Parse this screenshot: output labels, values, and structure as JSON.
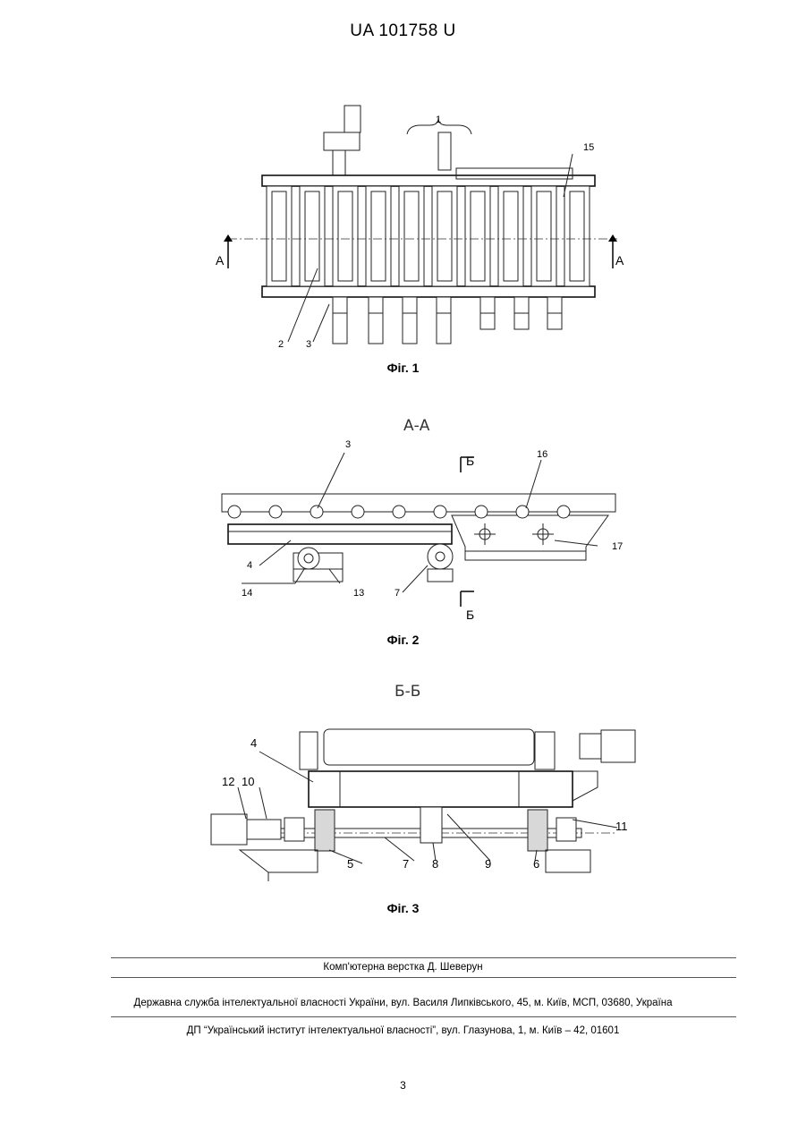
{
  "header": {
    "doc_number": "UA   101758   U"
  },
  "figures": [
    {
      "caption": "Фіг. 1",
      "section_marks": [
        "A",
        "A"
      ],
      "labels": [
        "1",
        "15",
        "2",
        "3"
      ]
    },
    {
      "caption": "Фіг. 2",
      "section_title": "А-А",
      "section_marks": [
        "Б",
        "Б"
      ],
      "labels": [
        "3",
        "16",
        "4",
        "17",
        "14",
        "13",
        "7"
      ]
    },
    {
      "caption": "Фіг. 3",
      "section_title": "Б-Б",
      "labels": [
        "4",
        "12",
        "10",
        "11",
        "5",
        "7",
        "8",
        "9",
        "6"
      ]
    }
  ],
  "footer": {
    "layout": "Комп'ютерна верстка Д. Шеверун",
    "office": "Державна служба інтелектуальної власності України, вул. Василя Липківського, 45, м. Київ, МСП, 03680, Україна",
    "institute": "ДП “Український інститут інтелектуальної власності”, вул. Глазунова, 1, м. Київ – 42, 01601"
  },
  "page_number": "3"
}
